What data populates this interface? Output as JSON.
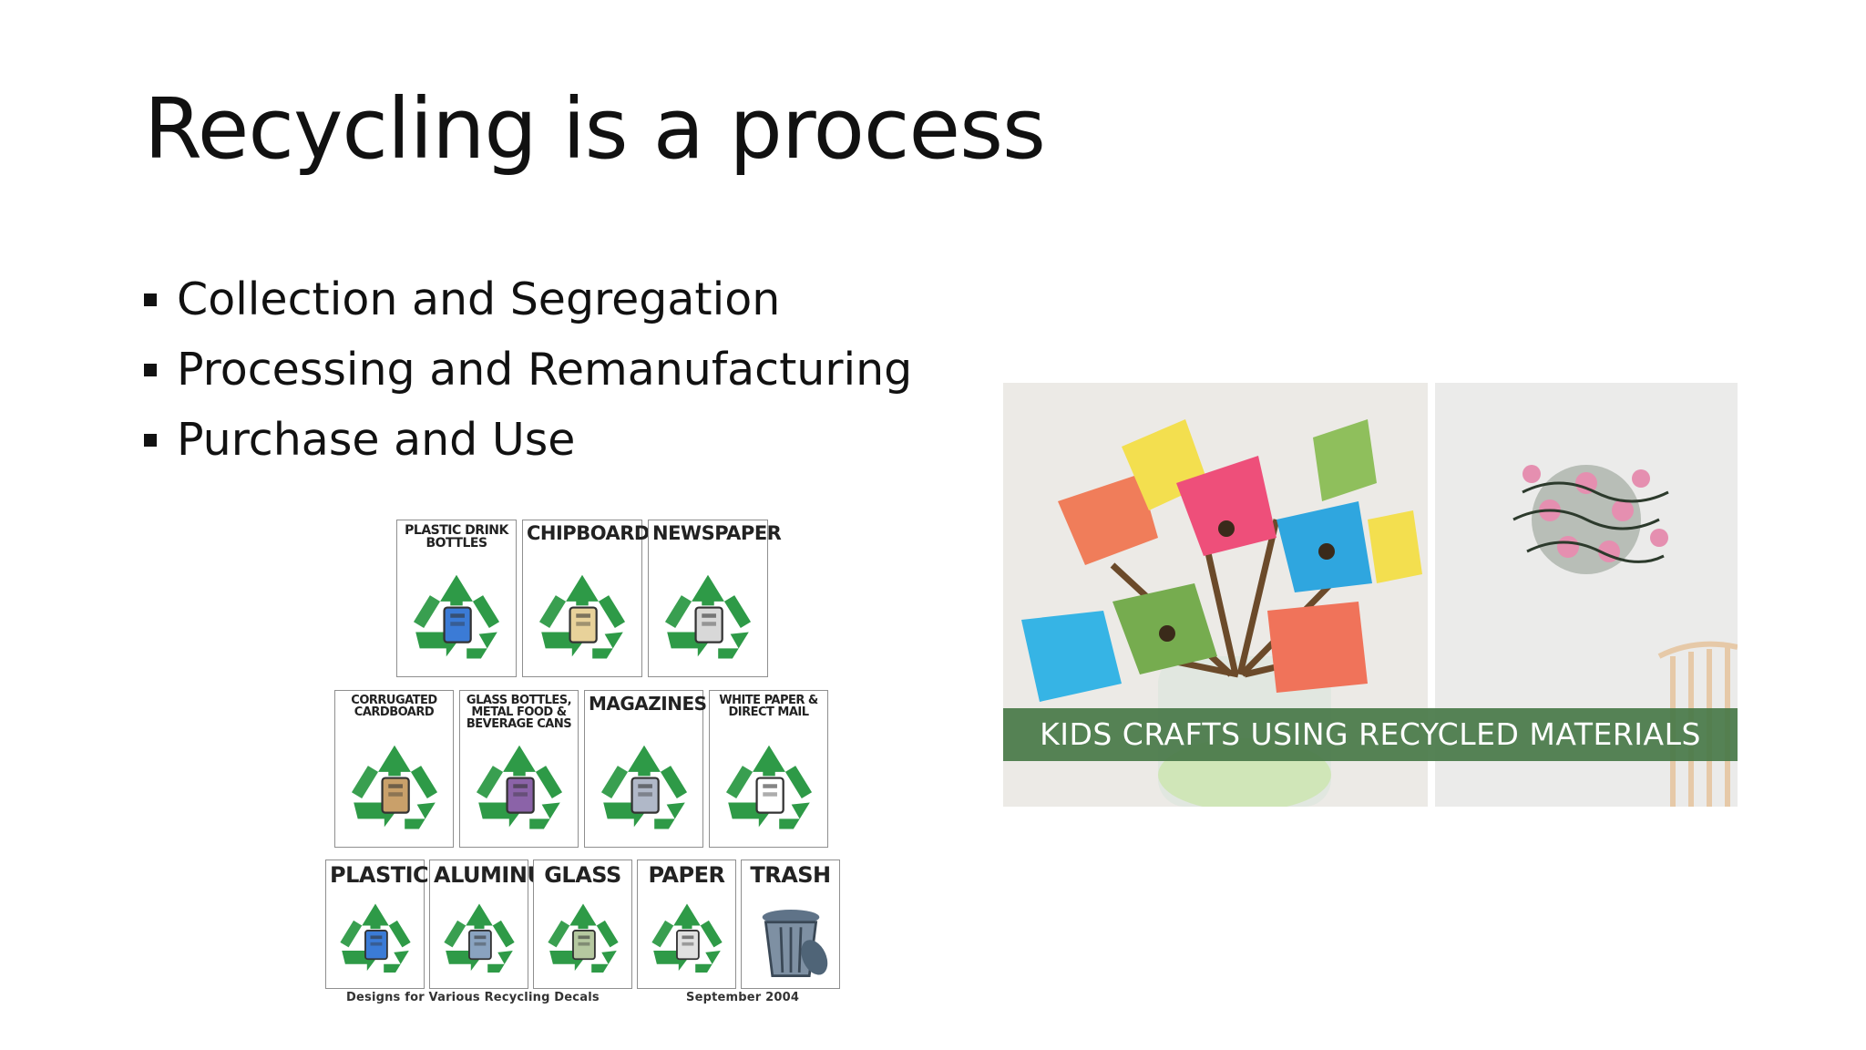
{
  "slide": {
    "title": "Recycling is a process",
    "bullets": [
      "Collection and Segregation",
      "Processing and Remanufacturing",
      "Purchase and Use"
    ]
  },
  "decal_sheet": {
    "row1": [
      "PLASTIC DRINK BOTTLES",
      "CHIPBOARD",
      "NEWSPAPER"
    ],
    "row2": [
      "CORRUGATED CARDBOARD",
      "GLASS BOTTLES, METAL FOOD & BEVERAGE CANS",
      "MAGAZINES",
      "WHITE PAPER & DIRECT MAIL"
    ],
    "row3": [
      "PLASTIC",
      "ALUMINUM",
      "GLASS",
      "PAPER",
      "TRASH"
    ],
    "caption_left": "Designs for Various Recycling Decals",
    "caption_right": "September 2004",
    "icons": [
      "recycle-icon",
      "trash-can-icon"
    ],
    "colors": {
      "recycle_green": "#2e9a47"
    }
  },
  "crafts_photo": {
    "banner_text": "KIDS CRAFTS USING RECYCLED MATERIALS",
    "colors": {
      "banner": "#487848"
    }
  }
}
